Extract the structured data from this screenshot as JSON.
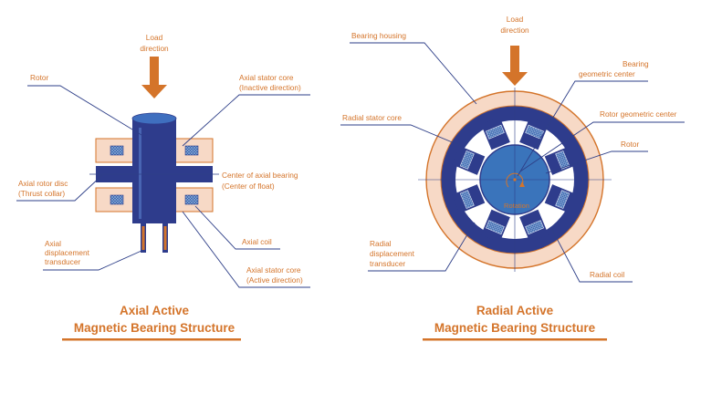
{
  "colors": {
    "accent": "#d4742a",
    "navy": "#2e3c8c",
    "blue": "#3a74bb",
    "peach": "#f7d9c6",
    "line": "#2e3f88"
  },
  "axial": {
    "load_line1": "Load",
    "load_line2": "direction",
    "rotor": "Rotor",
    "axial_stator_inactive_1": "Axial stator core",
    "axial_stator_inactive_2": "(Inactive direction)",
    "axial_rotor_disc_1": "Axial rotor disc",
    "axial_rotor_disc_2": "(Thrust collar)",
    "center_1": "Center of axial bearing",
    "center_2": "(Center of float)",
    "transducer_1": "Axial",
    "transducer_2": "displacement",
    "transducer_3": "transducer",
    "axial_coil": "Axial coil",
    "axial_stator_active_1": "Axial stator core",
    "axial_stator_active_2": "(Active direction)",
    "title_1": "Axial Active",
    "title_2": "Magnetic Bearing Structure"
  },
  "radial": {
    "load_line1": "Load",
    "load_line2": "direction",
    "bearing_housing": "Bearing housing",
    "bearing_center_1": "Bearing",
    "bearing_center_2": "geometric center",
    "rotor_center": "Rotor geometric center",
    "radial_stator": "Radial stator core",
    "rotor": "Rotor",
    "rotation": "Rotation",
    "transducer_1": "Radial",
    "transducer_2": "displacement",
    "transducer_3": "transducer",
    "radial_coil": "Radial coil",
    "title_1": "Radial Active",
    "title_2": "Magnetic Bearing Structure"
  }
}
